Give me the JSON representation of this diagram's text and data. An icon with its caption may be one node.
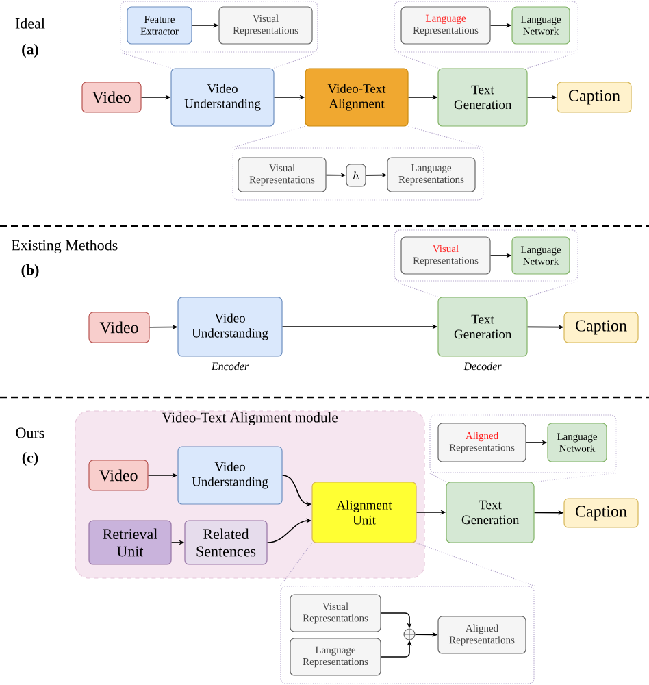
{
  "diagram": {
    "nodes": [
      {
        "text": [],
        "shape": "box"
      },
      {
        "text": [
          "Feature Extractor"
        ],
        "in": 0
      },
      {
        "text": [
          "Visual Representations"
        ],
        "in": 0
      },
      {
        "text": [],
        "shape": "box"
      },
      {
        "text": [
          "Language",
          "Representations"
        ],
        "in": 3
      },
      {
        "text": [
          "Language Network"
        ],
        "in": 3
      },
      {
        "text": [
          "Video"
        ]
      },
      {
        "text": [
          "Video Understanding"
        ]
      },
      {
        "text": [
          "Video-Text Alignment"
        ]
      },
      {
        "text": [
          "Text Generation"
        ]
      },
      {
        "text": [
          "Caption"
        ]
      },
      {
        "text": [],
        "shape": "box"
      },
      {
        "text": [
          "Visual Representations"
        ],
        "in": 11
      },
      {
        "text": [
          "h"
        ],
        "in": 11
      },
      {
        "text": [
          "Language Representations"
        ],
        "in": 11
      },
      {
        "text": [],
        "shape": "box"
      },
      {
        "text": [
          "Visual",
          "Representations"
        ],
        "in": 15
      },
      {
        "text": [
          "Language Network"
        ],
        "in": 15
      },
      {
        "text": [
          "Video"
        ]
      },
      {
        "text": [
          "Video Understanding"
        ],
        "beside": [
          "Encoder"
        ]
      },
      {
        "text": [
          "Text Generation"
        ],
        "beside": [
          "Decoder"
        ]
      },
      {
        "text": [
          "Caption"
        ]
      },
      {
        "text": [
          "Video-Text Alignment module"
        ]
      },
      {
        "text": [
          "Video"
        ],
        "in": 22
      },
      {
        "text": [
          "Video Understanding"
        ],
        "in": 22
      },
      {
        "text": [
          "Retrieval Unit"
        ],
        "in": 22
      },
      {
        "text": [
          "Related Sentences"
        ],
        "in": 22
      },
      {
        "text": [
          "Alignment Unit"
        ],
        "in": 22
      },
      {
        "text": [],
        "shape": "box"
      },
      {
        "text": [
          "Aligned",
          "Representations"
        ],
        "in": 28
      },
      {
        "text": [
          "Language Network"
        ],
        "in": 28
      },
      {
        "text": [
          "Text Generation"
        ]
      },
      {
        "text": [
          "Caption"
        ]
      },
      {
        "text": [],
        "shape": "box"
      },
      {
        "text": [
          "Visual Representations"
        ],
        "in": 33
      },
      {
        "text": [
          "Language Representations"
        ],
        "in": 33
      },
      {
        "text": [],
        "shape": "circle",
        "in": 33
      },
      {
        "text": [
          "Aligned Representations"
        ],
        "in": 33
      }
    ],
    "edges": [
      {
        "from": 1,
        "to": 2,
        "arrow": "to"
      },
      {
        "from": 4,
        "to": 5,
        "arrow": "to"
      },
      {
        "from": 6,
        "to": 7,
        "arrow": "to"
      },
      {
        "from": 7,
        "to": 8,
        "arrow": "to"
      },
      {
        "from": 8,
        "to": 9,
        "arrow": "to"
      },
      {
        "from": 9,
        "to": 10,
        "arrow": "to"
      },
      {
        "from": 12,
        "to": 13,
        "arrow": "to"
      },
      {
        "from": 13,
        "to": 14,
        "arrow": "to"
      },
      {
        "from": 7,
        "to": 0,
        "arrow": "none",
        "style": "dashed",
        "color": "#b4a6cc"
      },
      {
        "from": 7,
        "to": 0,
        "arrow": "none",
        "style": "dashed",
        "color": "#b4a6cc"
      },
      {
        "from": 9,
        "to": 3,
        "arrow": "none",
        "style": "dashed",
        "color": "#b4a6cc"
      },
      {
        "from": 9,
        "to": 3,
        "arrow": "none",
        "style": "dashed",
        "color": "#b4a6cc"
      },
      {
        "from": 8,
        "to": 11,
        "arrow": "none",
        "style": "dashed",
        "color": "#b4a6cc"
      },
      {
        "from": 8,
        "to": 11,
        "arrow": "none",
        "style": "dashed",
        "color": "#b4a6cc"
      },
      {
        "from": 16,
        "to": 17,
        "arrow": "to"
      },
      {
        "from": 18,
        "to": 19,
        "arrow": "to"
      },
      {
        "from": 19,
        "to": 20,
        "arrow": "to"
      },
      {
        "from": 20,
        "to": 21,
        "arrow": "to"
      },
      {
        "from": 20,
        "to": 15,
        "arrow": "none",
        "style": "dashed",
        "color": "#b4a6cc"
      },
      {
        "from": 20,
        "to": 15,
        "arrow": "none",
        "style": "dashed",
        "color": "#b4a6cc"
      },
      {
        "from": 23,
        "to": 24,
        "arrow": "to"
      },
      {
        "from": 24,
        "to": 27,
        "arrow": "to"
      },
      {
        "from": 25,
        "to": 26,
        "arrow": "to"
      },
      {
        "from": 26,
        "to": 27,
        "arrow": "to"
      },
      {
        "from": 27,
        "to": 31,
        "arrow": "to"
      },
      {
        "from": 31,
        "to": 32,
        "arrow": "to"
      },
      {
        "from": 29,
        "to": 30,
        "arrow": "to"
      },
      {
        "from": 31,
        "to": 28,
        "arrow": "none",
        "style": "dashed",
        "color": "#b4a6cc"
      },
      {
        "from": 31,
        "to": 28,
        "arrow": "none",
        "style": "dashed",
        "color": "#b4a6cc"
      },
      {
        "from": 34,
        "to": 36,
        "arrow": "to"
      },
      {
        "from": 35,
        "to": 36,
        "arrow": "to"
      },
      {
        "from": 36,
        "to": 37,
        "arrow": "to"
      },
      {
        "from": 27,
        "to": 33,
        "arrow": "none",
        "style": "dashed",
        "color": "#b4a6cc"
      },
      {
        "from": 27,
        "to": 33,
        "arrow": "none",
        "style": "dashed",
        "color": "#b4a6cc"
      }
    ],
    "labels": [
      "Ideal",
      "(a)",
      "Existing Methods",
      "(b)",
      "Ours",
      "(c)"
    ]
  }
}
